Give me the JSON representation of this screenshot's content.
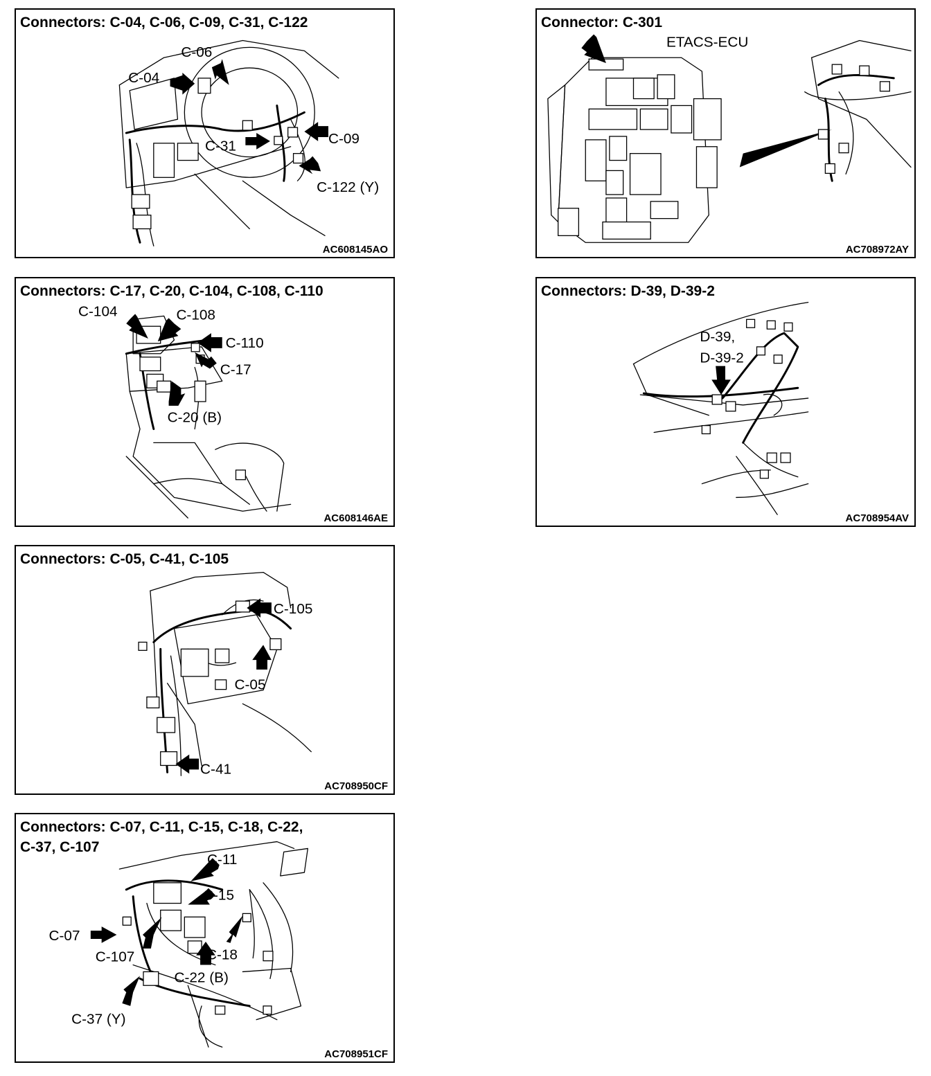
{
  "panels": [
    {
      "id": "p1",
      "title": "Connectors: C-04, C-06, C-09, C-31, C-122",
      "code": "AC608145AO",
      "labels": [
        "C-06",
        "C-04",
        "C-09",
        "C-31",
        "C-122 (Y)"
      ]
    },
    {
      "id": "p2",
      "title": "Connector: C-301",
      "code": "AC708972AY",
      "labels": [
        "ETACS-ECU"
      ]
    },
    {
      "id": "p3",
      "title": "Connectors: C-17, C-20, C-104, C-108, C-110",
      "code": "AC608146AE",
      "labels": [
        "C-104",
        "C-108",
        "C-110",
        "C-17",
        "C-20 (B)"
      ]
    },
    {
      "id": "p4",
      "title": "Connectors: D-39, D-39-2",
      "code": "AC708954AV",
      "labels": [
        "D-39,",
        "D-39-2"
      ]
    },
    {
      "id": "p5",
      "title": "Connectors: C-05, C-41, C-105",
      "code": "AC708950CF",
      "labels": [
        "C-105",
        "C-05",
        "C-41"
      ]
    },
    {
      "id": "p6",
      "title": "Connectors: C-07, C-11, C-15, C-18, C-22,\nC-37, C-107",
      "code": "AC708951CF",
      "labels": [
        "C-11",
        "C-15",
        "C-07",
        "C-107",
        "C-18",
        "C-22 (B)",
        "C-37 (Y)"
      ]
    }
  ]
}
